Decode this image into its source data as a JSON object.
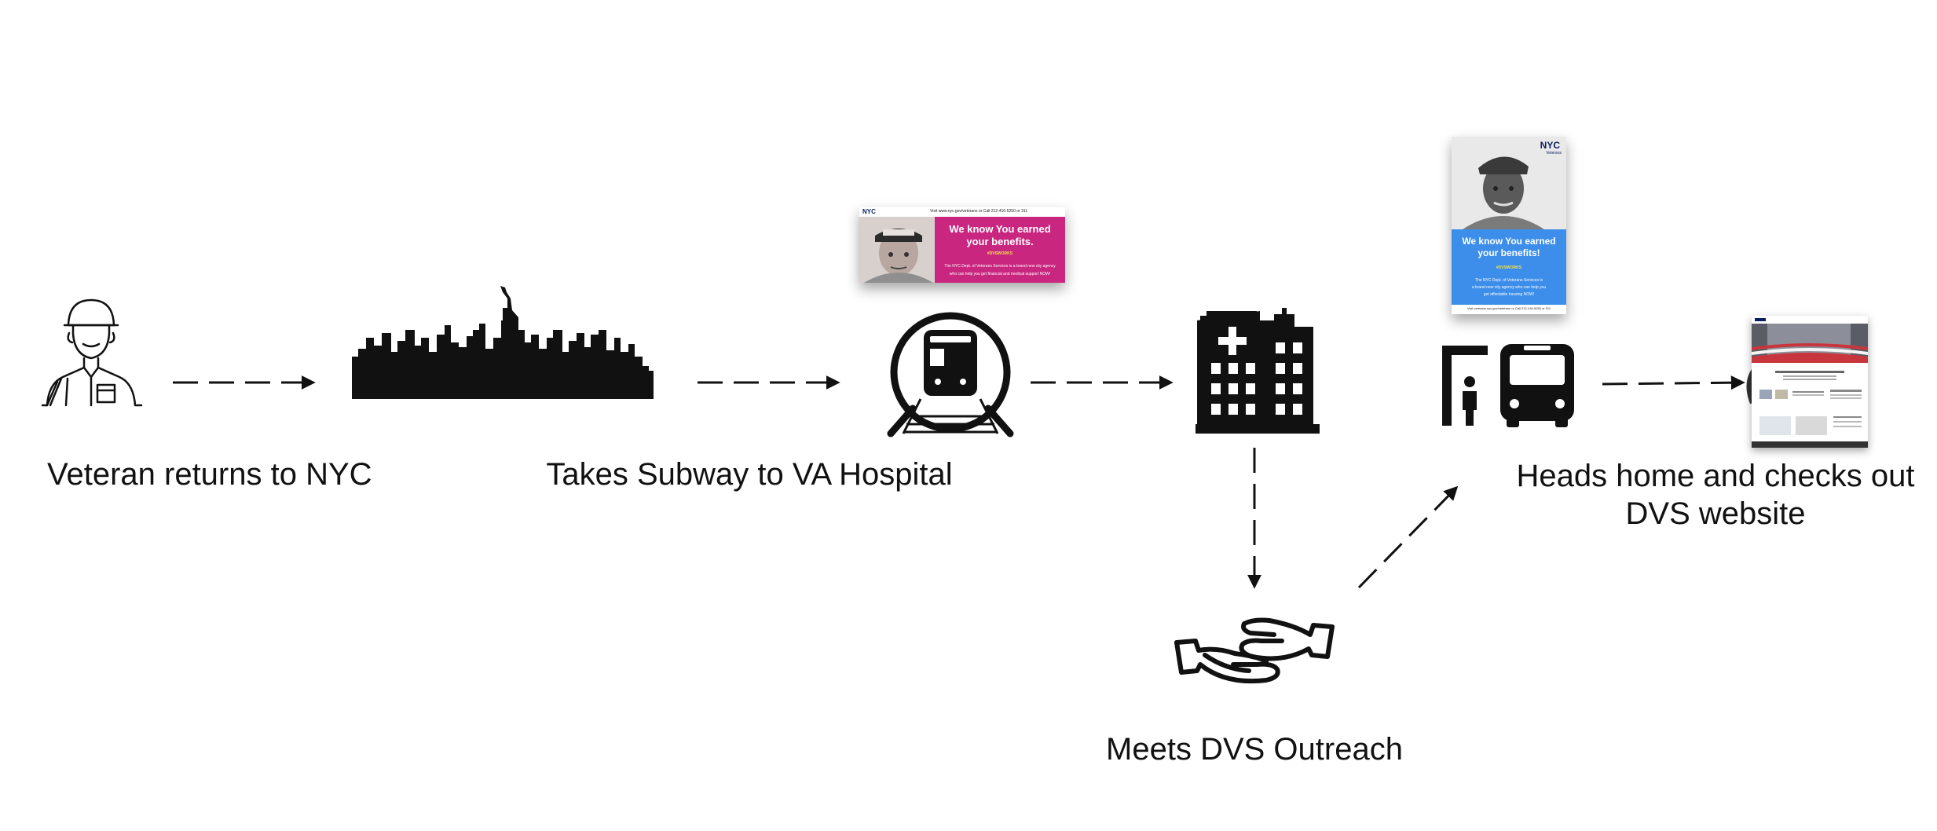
{
  "steps": [
    {
      "label": "Veteran returns to NYC"
    },
    {
      "label": "Takes Subway to VA Hospital"
    },
    {
      "label": "Meets DVS Outreach"
    },
    {
      "label": "Heads home and checks out",
      "label_line2": "DVS website"
    }
  ],
  "ad_banner": {
    "topline": "Visit www.nyc.gov/veterans or Call 212-416-5250 or 311",
    "headline_1": "We know You earned",
    "headline_2": "your benefits.",
    "tag": "#DVSWORKS",
    "body_1": "The NYC Dept. of Veterans Services is a brand new city agency",
    "body_2": "who can help you get financial and medical support NOW!",
    "logo": "NYC",
    "color": "#c8267f"
  },
  "ad_poster": {
    "logo": "NYC",
    "logo_sub": "Veterans",
    "headline_1": "We know You earned",
    "headline_2": "your benefits!",
    "tag": "#DVSWORKS",
    "body_1": "The NYC Dept. of Veterans Services is",
    "body_2": "a brand new city agency who can help you",
    "body_3": "get affordable housing NOW!",
    "footer": "Visit veterans.nyc.gov/veterans or Call 212-416-5250 or 311",
    "color": "#3d8eea"
  },
  "icons": [
    "soldier-icon",
    "nyc-skyline-icon",
    "subway-icon",
    "hospital-icon",
    "handshake-icon",
    "bus-stop-icon",
    "website-screenshot"
  ]
}
